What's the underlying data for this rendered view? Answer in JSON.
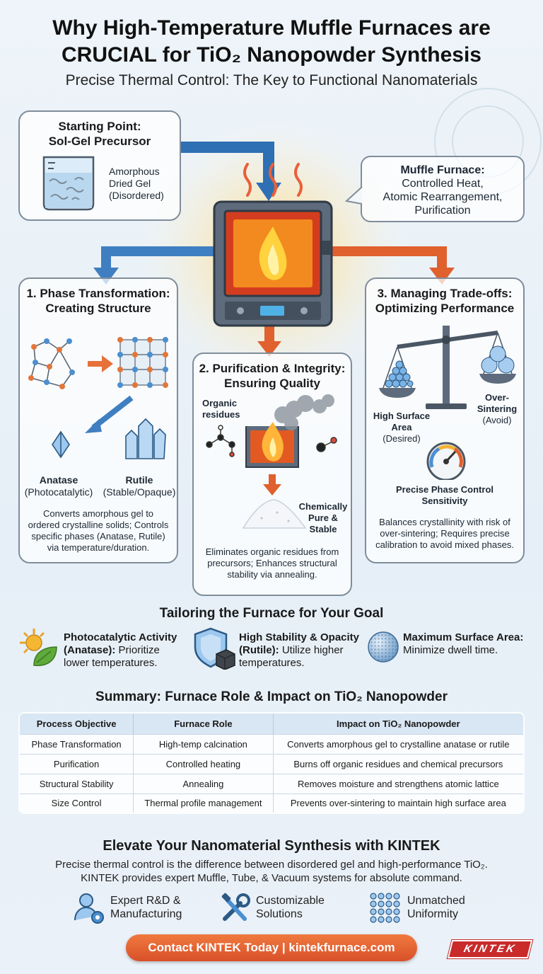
{
  "header": {
    "title_line1": "Why High-Temperature Muffle Furnaces are",
    "title_line2": "CRUCIAL for TiO₂ Nanopowder Synthesis",
    "subtitle": "Precise Thermal Control: The Key to Functional Nanomaterials"
  },
  "start": {
    "title_line1": "Starting Point:",
    "title_line2": "Sol-Gel Precursor",
    "desc_line1": "Amorphous",
    "desc_line2": "Dried Gel",
    "desc_line3": "(Disordered)"
  },
  "furnace": {
    "title": "Muffle Furnace:",
    "line1": "Controlled Heat,",
    "line2": "Atomic Rearrangement,",
    "line3": "Purification"
  },
  "phase": {
    "title_line1": "1. Phase Transformation:",
    "title_line2": "Creating Structure",
    "anatase": "Anatase",
    "anatase_sub": "(Photocatalytic)",
    "rutile": "Rutile",
    "rutile_sub": "(Stable/Opaque)",
    "desc_line1": "Converts amorphous gel to",
    "desc_line2": "ordered crystalline solids; Controls",
    "desc_line3": "specific phases (Anatase, Rutile)",
    "desc_line4": "via temperature/duration."
  },
  "purification": {
    "title_line1": "2. Purification & Integrity:",
    "title_line2": "Ensuring Quality",
    "organic_line1": "Organic",
    "organic_line2": "residues",
    "pure_line1": "Chemically",
    "pure_line2": "Pure &",
    "pure_line3": "Stable",
    "desc_line1": "Eliminates organic residues from",
    "desc_line2": "precursors; Enhances structural",
    "desc_line3": "stability via annealing."
  },
  "tradeoffs": {
    "title_line1": "3. Managing Trade-offs:",
    "title_line2": "Optimizing Performance",
    "over_line1": "Over-",
    "over_line2": "Sintering",
    "over_line3": "(Avoid)",
    "high_line1": "High Surface",
    "high_line2": "Area",
    "high_line3": "(Desired)",
    "gauge_line1": "Precise Phase Control",
    "gauge_line2": "Sensitivity",
    "desc_line1": "Balances crystallinity with risk of",
    "desc_line2": "over-sintering; Requires precise",
    "desc_line3": "calibration to avoid mixed phases."
  },
  "tailoring": {
    "title": "Tailoring the Furnace for Your Goal",
    "goals": [
      {
        "bold1": "Photocatalytic Activity",
        "bold2": "(Anatase):",
        "rest1": " Prioritize",
        "rest2": "lower temperatures."
      },
      {
        "bold1": "High Stability & Opacity",
        "bold2": "(Rutile):",
        "rest1": " Utilize higher",
        "rest2": "temperatures."
      },
      {
        "bold1": "Maximum Surface Area:",
        "rest2": "Minimize dwell time."
      }
    ]
  },
  "summary": {
    "title": "Summary: Furnace Role & Impact on TiO₂ Nanopowder",
    "columns": [
      "Process Objective",
      "Furnace Role",
      "Impact on TiO₂ Nanopowder"
    ],
    "rows": [
      [
        "Phase Transformation",
        "High-temp calcination",
        "Converts amorphous gel to crystalline anatase or rutile"
      ],
      [
        "Purification",
        "Controlled heating",
        "Burns off organic residues and chemical precursors"
      ],
      [
        "Structural Stability",
        "Annealing",
        "Removes moisture and strengthens atomic lattice"
      ],
      [
        "Size Control",
        "Thermal profile management",
        "Prevents over-sintering to maintain high surface area"
      ]
    ]
  },
  "elevate": {
    "title": "Elevate Your Nanomaterial Synthesis with KINTEK",
    "line1": "Precise thermal control is the difference between disordered gel and high-performance TiO₂.",
    "line2": "KINTEK provides expert Muffle, Tube, & Vacuum systems for absolute command.",
    "features": [
      {
        "line1": "Expert R&D &",
        "line2": "Manufacturing",
        "icon": "user-gear-icon"
      },
      {
        "line1": "Customizable",
        "line2": "Solutions",
        "icon": "tools-icon"
      },
      {
        "line1": "Unmatched",
        "line2": "Uniformity",
        "icon": "dot-grid-icon"
      }
    ]
  },
  "cta": {
    "label": "Contact KINTEK Today | kintekfurnace.com"
  },
  "brand": {
    "logo_text": "KINTEK"
  },
  "colors": {
    "accent": "#e0602e",
    "blue_arrow": "#3f7fc1",
    "card_border": "#7f8d9b"
  }
}
